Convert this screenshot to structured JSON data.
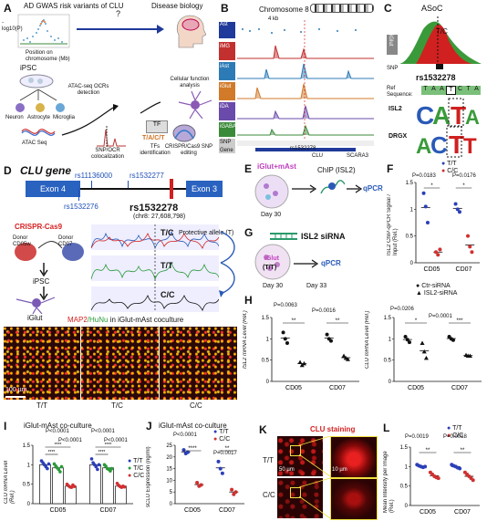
{
  "panels": {
    "a": {
      "label": "A",
      "gwas_title": "AD GWAS risk variants of CLU",
      "ylabel": "-log10(P)",
      "xlabel": "Position on chromosome (Mb)",
      "question": "?",
      "disease": "Disease biology",
      "ipsc": "iPSC",
      "cells": [
        "Neuron",
        "Astrocyte",
        "Microglia"
      ],
      "atac": "ATAC-seq OCRs detection",
      "atac_seq": "ATAC Seq",
      "coloc": "SNP/OCR colocalization",
      "tf_box": "TF",
      "tfs": "TFs identification",
      "tf_seq": "T/A/C/T",
      "cellular": "Cellular function analysis",
      "crispr": "CRISPR/Cas9 SNP editing"
    },
    "b": {
      "label": "B",
      "chrom": "Chromosome 8",
      "scale": "4 kb",
      "ipsc_tracks": [
        "Ast",
        "iMG",
        "iAst",
        "iGlut",
        "iDA",
        "iGABA"
      ],
      "snp": "SNP",
      "gene": "Gene",
      "rs": "rs1532278",
      "clu": "CLU",
      "scara3": "SCARA3"
    },
    "c": {
      "label": "C",
      "asoc": "ASoC",
      "iglut": "iGlut",
      "tc": "T/C",
      "snp": "SNP",
      "rs": "rs1532278",
      "ref": "Ref Sequence:",
      "seq": [
        "T",
        "A",
        "A",
        "T",
        "C",
        "T",
        "A"
      ],
      "isl2": "ISL2",
      "drgx": "DRGX"
    },
    "d": {
      "label": "D",
      "gene_title": "CLU gene",
      "exon4": "Exon 4",
      "exon3": "Exon 3",
      "rs1": "rs11136000",
      "rs2": "rs1532277",
      "rs3": "rs1532276",
      "rs_main": "rs1532278",
      "rs_pos": "(chr8: 27,608,798)",
      "crispr": "CRISPR-Cas9",
      "donor1": "Donor CD05w",
      "donor2": "Donor CD07",
      "ipsc": "iPSC",
      "iglut": "iGlut",
      "tc": "T/C",
      "protective": "Protective allele (T)",
      "tt": "T/T",
      "cc": "C/C",
      "micro_title_1": "MAP2",
      "micro_title_2": "/HuNu",
      "micro_title_3": " in iGlut-mAst coculture",
      "scale": "100 µm",
      "genotypes": [
        "T/T",
        "T/C",
        "C/C"
      ]
    },
    "e": {
      "label": "E",
      "title": "iGlut+mAst",
      "day": "Day 30",
      "chip": "ChIP (ISL2)",
      "qpcr": "qPCR"
    },
    "f": {
      "label": "F",
      "legend": [
        "T/T",
        "C/C"
      ],
      "ylabel": "ISL2 ChIP-qPCR Signal / Input (Rel.)",
      "p1": "P=0.0183",
      "p2": "P=0.0176",
      "star": "*",
      "xlabels": [
        "CD05",
        "CD07"
      ]
    },
    "g": {
      "label": "G",
      "title": "ISL2 siRNA",
      "iglut": "iGlut",
      "geno": "(T/T)",
      "day30": "Day 30",
      "day33": "Day 33",
      "qpcr": "qPCR"
    },
    "h": {
      "label": "H",
      "legend": [
        "Ctr-siRNA",
        "ISL2-siRNA"
      ],
      "ylabel1": "ISL2 mRNA Level (Rel.)",
      "ylabel2": "CLU mRNA Level (Rel.)",
      "p1": "P=0.0063",
      "p2": "P=0.0016",
      "p3": "P=0.0206",
      "p4": "P=0.0001",
      "s2": "**",
      "s1": "*",
      "s3": "***",
      "xlabels": [
        "CD05",
        "CD07"
      ]
    },
    "i": {
      "label": "I",
      "title": "iGlut-mAst co-culture",
      "ylabel": "CLU mRNA Level (Rel.)",
      "legend": [
        "T/T",
        "T/C",
        "C/C"
      ],
      "p": "P<0.0001",
      "s": "****",
      "xlabels": [
        "CD05",
        "CD07"
      ]
    },
    "j": {
      "label": "J",
      "title": "iGlut-mAst co-culture",
      "ylabel": "sCLU Expression (ng/ml)",
      "legend": [
        "T/T",
        "C/C"
      ],
      "p1": "P<0.0001",
      "p2": "P=0.0017",
      "s1": "****",
      "s2": "**",
      "xlabels": [
        "CD05",
        "CD07"
      ]
    },
    "k": {
      "label": "K",
      "title": "CLU staining",
      "rows": [
        "T/T",
        "C/C"
      ],
      "scale1": "50 µm",
      "scale2": "10 µm"
    },
    "l": {
      "label": "L",
      "legend": [
        "T/T",
        "C/C"
      ],
      "ylabel": "Mean Intensity per Image (Rel.)",
      "p1": "P=0.0019",
      "p2": "P=0.0018",
      "s": "**",
      "xlabels": [
        "CD05",
        "CD07"
      ]
    }
  },
  "chart_data": [
    {
      "panel": "F",
      "type": "scatter",
      "categories": [
        "CD05",
        "CD07"
      ],
      "series": [
        {
          "name": "T/T",
          "color": "#2b3fb8",
          "values": [
            [
              1.3,
              1.05,
              0.75
            ],
            [
              1.1,
              1.0,
              0.95
            ]
          ]
        },
        {
          "name": "C/C",
          "color": "#d03030",
          "values": [
            [
              0.2,
              0.15,
              0.25
            ],
            [
              0.5,
              0.3,
              0.2
            ]
          ]
        }
      ],
      "ylim": [
        0,
        1.5
      ],
      "yticks": [
        0,
        0.5,
        1.0,
        1.5
      ]
    },
    {
      "panel": "H-ISL2",
      "type": "scatter",
      "categories": [
        "CD05",
        "CD07"
      ],
      "series": [
        {
          "name": "Ctr-siRNA",
          "values": [
            [
              1.15,
              1.0,
              0.9
            ],
            [
              1.1,
              1.0,
              0.95
            ]
          ]
        },
        {
          "name": "ISL2-siRNA",
          "values": [
            [
              0.45,
              0.38,
              0.42
            ],
            [
              0.6,
              0.55,
              0.52
            ]
          ]
        }
      ],
      "ylim": [
        0,
        1.5
      ],
      "yticks": [
        0,
        0.5,
        1.0,
        1.5
      ]
    },
    {
      "panel": "H-CLU",
      "type": "scatter",
      "categories": [
        "CD05",
        "CD07"
      ],
      "series": [
        {
          "name": "Ctr-siRNA",
          "values": [
            [
              1.05,
              0.98,
              0.92
            ],
            [
              1.05,
              1.0,
              0.97
            ]
          ]
        },
        {
          "name": "ISL2-siRNA",
          "values": [
            [
              0.9,
              0.7,
              0.55
            ],
            [
              0.62,
              0.6,
              0.6
            ]
          ]
        }
      ],
      "ylim": [
        0,
        1.5
      ],
      "yticks": [
        0,
        0.5,
        1.0,
        1.5
      ]
    },
    {
      "panel": "I",
      "type": "bar",
      "categories": [
        "CD05",
        "CD07"
      ],
      "series": [
        {
          "name": "T/T",
          "color": "#2b3fb8",
          "values": [
            1.0,
            1.0
          ],
          "points": [
            [
              1.1,
              1.05,
              1.0,
              0.95,
              0.9,
              1.02
            ],
            [
              1.15,
              1.05,
              1.0,
              0.95,
              0.88,
              1.0
            ]
          ]
        },
        {
          "name": "T/C",
          "color": "#2a9a3a",
          "values": [
            0.92,
            0.92
          ],
          "points": [
            [
              1.02,
              0.97,
              0.92,
              0.88,
              0.82,
              0.95
            ],
            [
              1.0,
              0.96,
              0.9,
              0.88,
              0.84,
              0.9
            ]
          ]
        },
        {
          "name": "C/C",
          "color": "#d03030",
          "values": [
            0.45,
            0.45
          ],
          "points": [
            [
              0.5,
              0.46,
              0.43,
              0.42,
              0.48,
              0.44
            ],
            [
              0.52,
              0.47,
              0.44,
              0.42,
              0.45,
              0.43
            ]
          ]
        }
      ],
      "ylim": [
        0,
        1.5
      ],
      "yticks": [
        0,
        0.5,
        1.0,
        1.5
      ]
    },
    {
      "panel": "J",
      "type": "scatter",
      "categories": [
        "CD05",
        "CD07"
      ],
      "series": [
        {
          "name": "T/T",
          "color": "#2b3fb8",
          "values": [
            [
              23,
              21.5,
              22
            ],
            [
              18,
              15,
              13
            ]
          ]
        },
        {
          "name": "C/C",
          "color": "#d03030",
          "values": [
            [
              9,
              7.5,
              8
            ],
            [
              6,
              4,
              5
            ]
          ]
        }
      ],
      "ylim": [
        0,
        25
      ],
      "yticks": [
        0,
        5,
        10,
        15,
        20,
        25
      ]
    },
    {
      "panel": "L",
      "type": "scatter",
      "categories": [
        "CD05",
        "CD07"
      ],
      "series": [
        {
          "name": "T/T",
          "color": "#2b3fb8",
          "values": [
            [
              1.05,
              1.02,
              1.0,
              0.98,
              1.0
            ],
            [
              1.05,
              1.02,
              1.0,
              0.97,
              0.95
            ]
          ]
        },
        {
          "name": "C/C",
          "color": "#d03030",
          "values": [
            [
              0.85,
              0.8,
              0.75,
              0.72,
              0.7
            ],
            [
              0.85,
              0.8,
              0.75,
              0.7,
              0.65
            ]
          ]
        }
      ],
      "ylim": [
        0,
        1.5
      ],
      "yticks": [
        0,
        0.5,
        1.0,
        1.5
      ]
    }
  ]
}
